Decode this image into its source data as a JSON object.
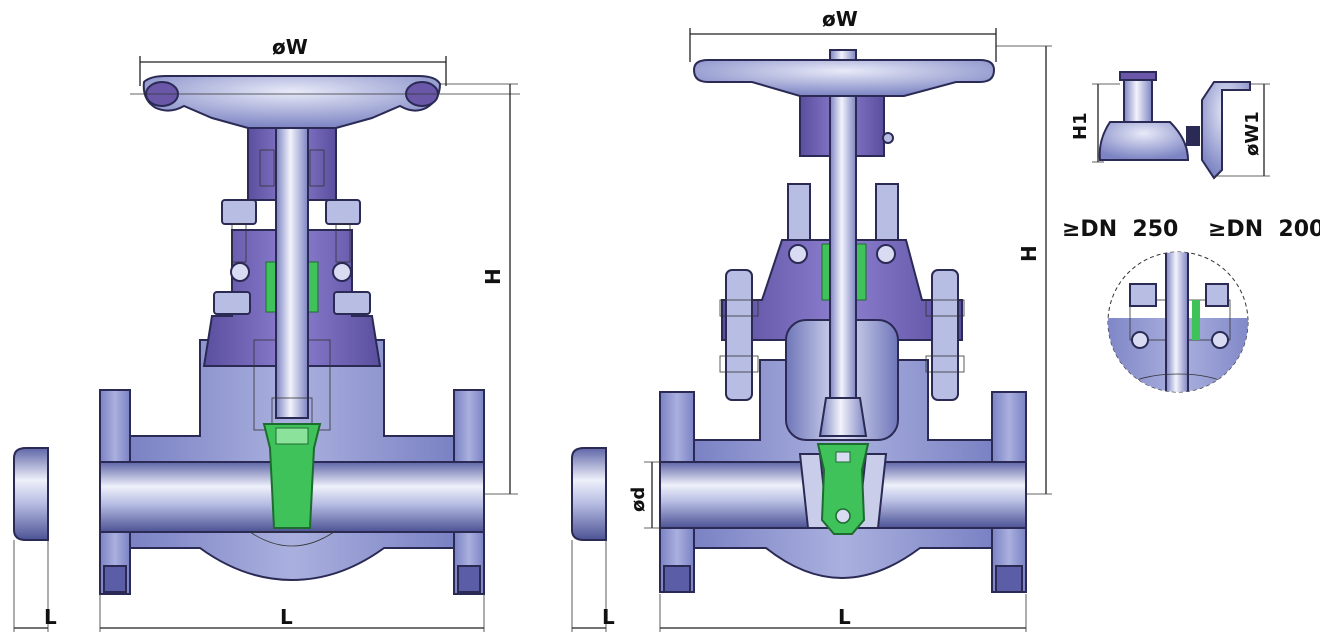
{
  "labels": {
    "left_handwheel_dia": "øW",
    "left_height": "H",
    "left_weld_end_length": "L",
    "left_body_length": "L",
    "right_handwheel_dia": "øW",
    "right_height": "H",
    "right_bore_dia": "ød",
    "right_weld_end_length": "L",
    "right_body_length": "L",
    "gear_height": "H1",
    "gear_wheel_dia": "øW1",
    "gear_note": "≥DN  250",
    "seal_note": "≥DN  200"
  },
  "colors": {
    "body": "#8e96cf",
    "body_dark": "#5b5ea6",
    "purple": "#6a57a8",
    "stem": "#c9cdea",
    "green": "#3fc25a",
    "outline": "#2a2a55"
  }
}
